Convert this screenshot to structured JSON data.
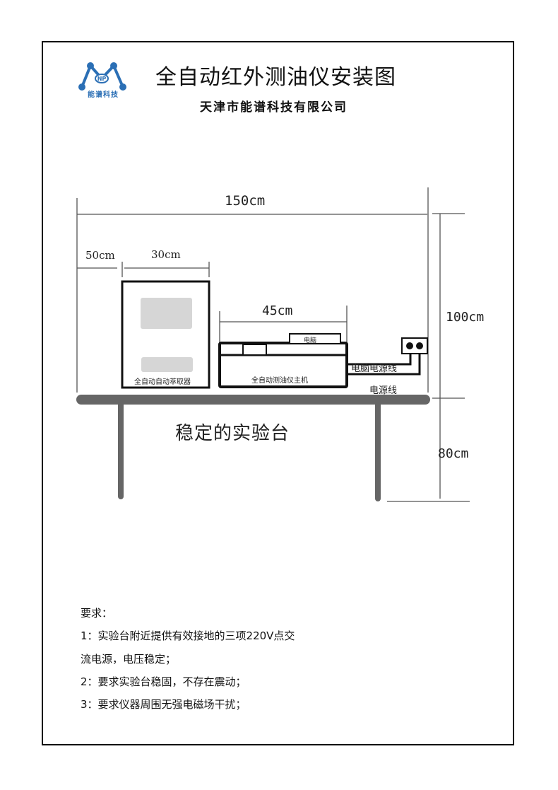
{
  "header": {
    "title": "全自动红外测油仪安装图",
    "company": "天津市能谱科技有限公司",
    "logo_text": "能谱科技",
    "logo_mark": "NP"
  },
  "dimensions": {
    "total_width": "150cm",
    "left_margin": "50cm",
    "extractor_width": "30cm",
    "host_width": "45cm",
    "height_above_bench": "100cm",
    "bench_height": "80cm"
  },
  "equipment": {
    "extractor": "全自动自动萃取器",
    "host": "全自动测油仪主机",
    "computer": "电脑"
  },
  "cables": {
    "computer_power": "电脑电源线",
    "power": "电源线"
  },
  "bench": {
    "label": "稳定的实验台"
  },
  "requirements": {
    "heading": "要求：",
    "lines": [
      "1：实验台附近提供有效接地的三项220V点交",
      "流电源，电压稳定；",
      "2：要求实验台稳固，不存在震动；",
      "3：要求仪器周围无强电磁场干扰；"
    ]
  },
  "colors": {
    "logo_blue": "#2b6fb5",
    "bench_gray": "#666666",
    "panel_gray": "#d6d6d6"
  }
}
